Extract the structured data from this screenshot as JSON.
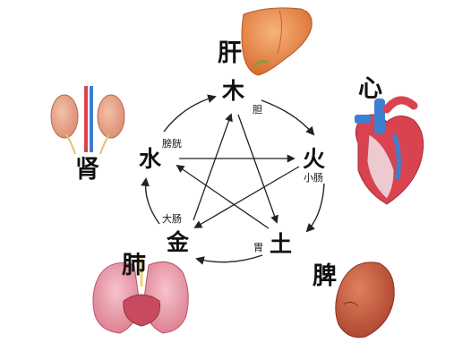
{
  "organs": {
    "liver": "肝",
    "heart": "心",
    "spleen": "脾",
    "lung": "肺",
    "kidney": "肾"
  },
  "elements": {
    "wood": "木",
    "fire": "火",
    "earth": "土",
    "metal": "金",
    "water": "水"
  },
  "paired_organs": {
    "gallbladder": "胆",
    "small_intestine": "小肠",
    "stomach": "胃",
    "large_intestine": "大肠",
    "bladder": "膀胱"
  },
  "colors": {
    "liver": "#e8874a",
    "heart_red": "#d9434f",
    "heart_blue": "#3f7fd0",
    "spleen": "#c9553a",
    "lung": "#e79aa7",
    "kidney": "#e8a58e",
    "arrow": "#222222"
  }
}
